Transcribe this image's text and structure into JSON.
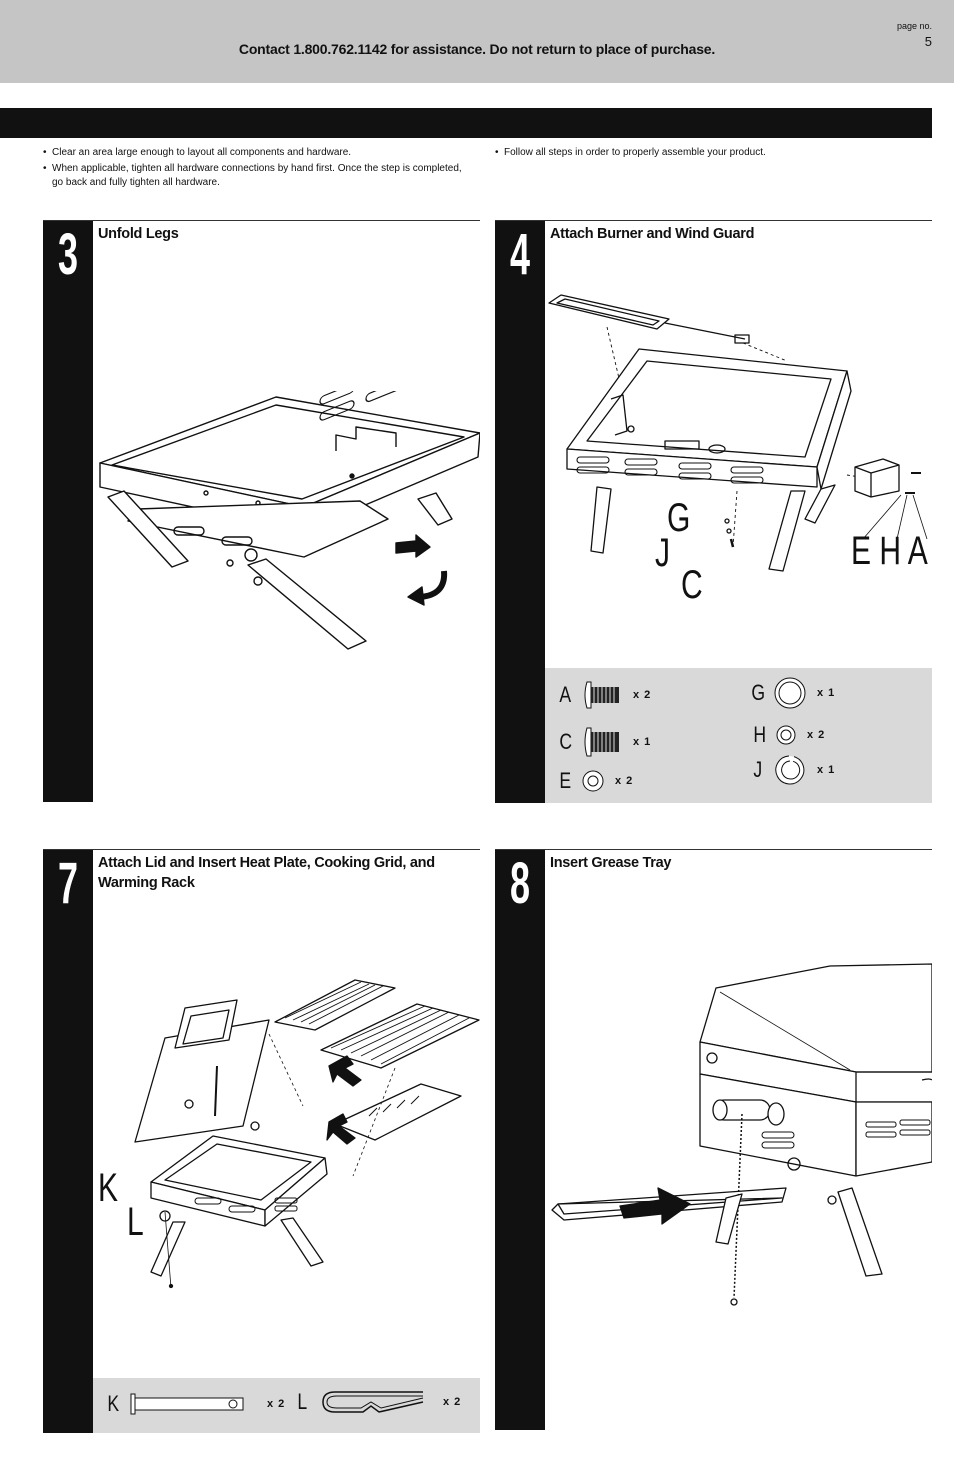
{
  "header": {
    "contact": "Contact 1.800.762.1142 for assistance. Do not return to place of purchase.",
    "page_label": "page no.",
    "page_number": "5"
  },
  "notes": {
    "left": [
      "Clear an area large enough to layout all components and hardware.",
      "When applicable, tighten all hardware connections by hand first. Once the step is completed, go back and fully tighten all hardware."
    ],
    "right": [
      "Follow all steps in order to properly assemble your product."
    ]
  },
  "steps": [
    {
      "number": "3",
      "title": "Unfold Legs"
    },
    {
      "number": "4",
      "title": "Attach Burner and Wind Guard",
      "callouts": [
        "G",
        "J",
        "C",
        "E H A"
      ],
      "hardware": [
        {
          "letter": "A",
          "qty": "x 2",
          "icon": "bolt-icon"
        },
        {
          "letter": "C",
          "qty": "x 1",
          "icon": "bolt-icon"
        },
        {
          "letter": "E",
          "qty": "x 2",
          "icon": "washer-icon"
        },
        {
          "letter": "G",
          "qty": "x 1",
          "icon": "washer-icon"
        },
        {
          "letter": "H",
          "qty": "x 2",
          "icon": "washer-icon"
        },
        {
          "letter": "J",
          "qty": "x 1",
          "icon": "lock-washer-icon"
        }
      ]
    },
    {
      "number": "7",
      "title": "Attach Lid and Insert Heat Plate, Cooking Grid, and Warming Rack",
      "callouts": [
        "K",
        "L"
      ],
      "hardware": [
        {
          "letter": "K",
          "qty": "x 2",
          "icon": "pin-icon"
        },
        {
          "letter": "L",
          "qty": "x 2",
          "icon": "clip-icon"
        }
      ]
    },
    {
      "number": "8",
      "title": "Insert Grease Tray"
    }
  ]
}
